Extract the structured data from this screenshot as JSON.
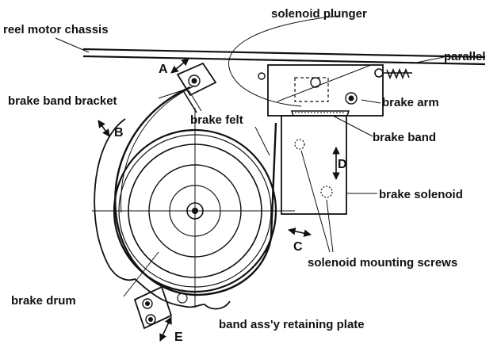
{
  "labels": {
    "reel_motor_chassis": "reel motor chassis",
    "solenoid_plunger": "solenoid plunger",
    "parallel": "parallel",
    "brake_band_bracket": "brake band bracket",
    "brake_arm": "brake arm",
    "brake_felt": "brake felt",
    "brake_band": "brake band",
    "brake_solenoid": "brake solenoid",
    "solenoid_mounting_screws": "solenoid mounting screws",
    "brake_drum": "brake drum",
    "band_assy_retaining_plate": "band ass'y retaining plate"
  },
  "adjustment_points": {
    "a": "A",
    "b": "B",
    "c": "C",
    "d": "D",
    "e": "E"
  },
  "colors": {
    "ink": "#111111",
    "paper": "#ffffff"
  }
}
